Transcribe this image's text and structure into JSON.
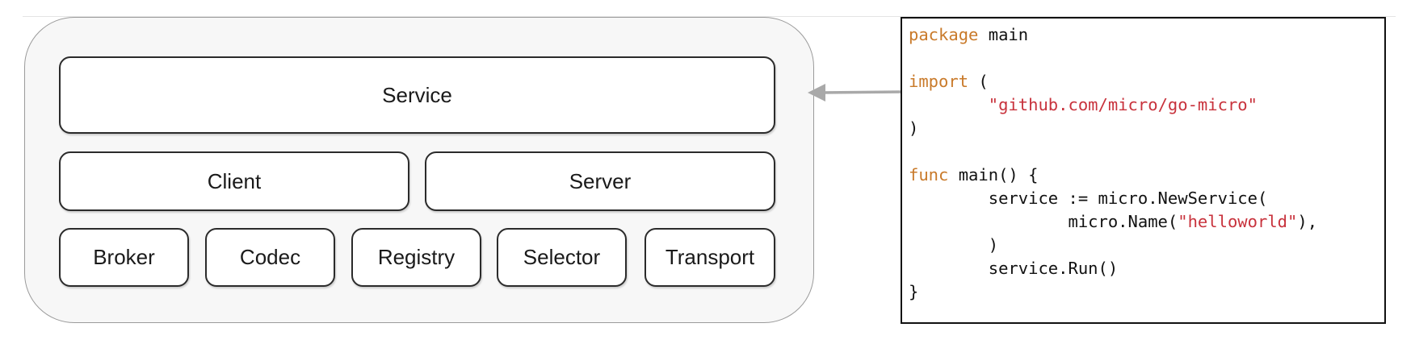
{
  "architecture": {
    "service": "Service",
    "client": "Client",
    "server": "Server",
    "components": [
      "Broker",
      "Codec",
      "Registry",
      "Selector",
      "Transport"
    ]
  },
  "code": [
    [
      {
        "t": "package",
        "k": "kw"
      },
      {
        "t": " main",
        "k": "id"
      }
    ],
    [],
    [
      {
        "t": "import",
        "k": "kw"
      },
      {
        "t": " (",
        "k": "id"
      }
    ],
    [
      {
        "t": "        ",
        "k": "id"
      },
      {
        "t": "\"github.com/micro/go-micro\"",
        "k": "str"
      }
    ],
    [
      {
        "t": ")",
        "k": "id"
      }
    ],
    [],
    [
      {
        "t": "func",
        "k": "kw"
      },
      {
        "t": " main() {",
        "k": "id"
      }
    ],
    [
      {
        "t": "        service := micro.NewService(",
        "k": "id"
      }
    ],
    [
      {
        "t": "                micro.Name(",
        "k": "id"
      },
      {
        "t": "\"helloworld\"",
        "k": "str"
      },
      {
        "t": "),",
        "k": "id"
      }
    ],
    [
      {
        "t": "        )",
        "k": "id"
      }
    ],
    [
      {
        "t": "        service.Run()",
        "k": "id"
      }
    ],
    [
      {
        "t": "}",
        "k": "id"
      }
    ]
  ],
  "colors": {
    "keyword": "#c97a2a",
    "string": "#c8323c",
    "text": "#111111",
    "arrow": "#a9a9a9",
    "container_border": "#9b9b9b"
  }
}
